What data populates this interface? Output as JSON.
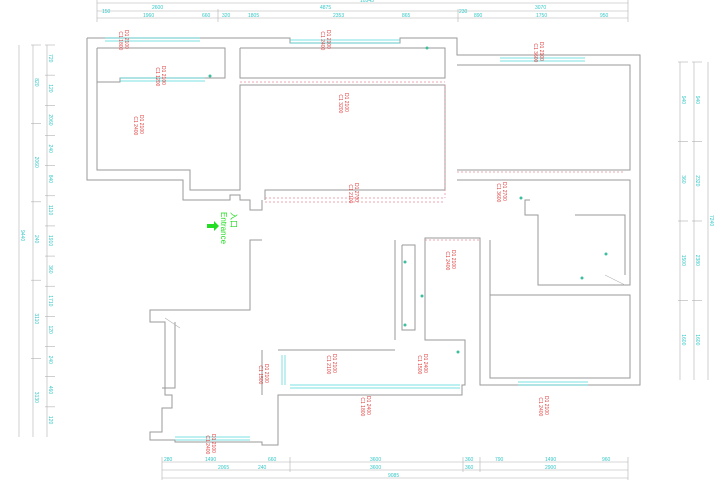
{
  "plan": {
    "entrance_cn": "入口",
    "entrance_en": "Entrance",
    "colors": {
      "wall": "#9a9a9a",
      "dimension": "#34c7c7",
      "label": "#e04040",
      "entrance": "#22dd22"
    }
  },
  "dims": {
    "top_total": "10545",
    "top_row1": [
      "2600",
      "4875",
      "3070"
    ],
    "top_row2": [
      "1960",
      "660",
      "320",
      "1805",
      "2353",
      "865",
      "890",
      "1750",
      "950"
    ],
    "top_small": [
      "150",
      "230"
    ],
    "bottom_row1": [
      "280",
      "1490",
      "660",
      "3600",
      "360",
      "790",
      "1490",
      "960"
    ],
    "bottom_row2": [
      "2065",
      "240",
      "3600",
      "360",
      "2900"
    ],
    "bottom_total": "9085",
    "left_total": "9440",
    "left_row1": [
      "820",
      "2060",
      "240",
      "3110",
      "3130"
    ],
    "left_row2": [
      "720",
      "120",
      "2060",
      "240",
      "840",
      "1110",
      "1910",
      "360",
      "1710",
      "120",
      "240",
      "460",
      "120"
    ],
    "right_total": "7240",
    "right_row1": [
      "940",
      "2320",
      "2380",
      "1600"
    ],
    "right_row2": [
      "940",
      "360",
      "1500",
      "1600"
    ]
  },
  "labels": [
    "D1 2100 C1 1800",
    "D1 2100 C1 1200",
    "D1 2100 C1 2400",
    "D1 2100 C1 3200",
    "D1 2700 C1 2100",
    "D1 2100 C1 3600",
    "D1 2700 C1 3600",
    "D1 2100 C1 2400",
    "D1 2100 C1 2100",
    "D1 2400 C1 1500",
    "D1 2100 C1 1500",
    "D1 2400 C1 1800",
    "D1 2100 C1 2400",
    "D1 2100 C1 2400",
    "D1 2100 C1 2400"
  ]
}
